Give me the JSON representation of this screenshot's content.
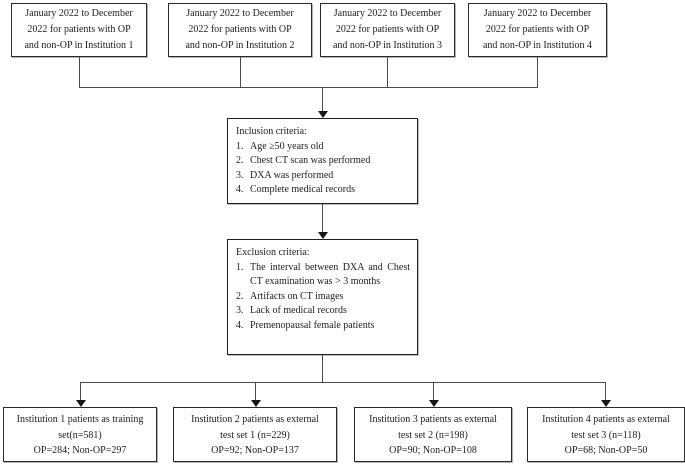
{
  "colors": {
    "background": "#ffffff",
    "text": "#1c1c1c",
    "border": "#2b2b2b",
    "line": "#4a4a4a"
  },
  "diagram": {
    "top_boxes": [
      {
        "lines": [
          "January 2022 to December",
          "2022 for patients with OP",
          "and non-OP in Institution 1"
        ]
      },
      {
        "lines": [
          "January 2022 to December",
          "2022 for patients with OP",
          "and non-OP in Institution 2"
        ]
      },
      {
        "lines": [
          "January 2022 to December",
          "2022 for patients with OP",
          "and non-OP in Institution 3"
        ]
      },
      {
        "lines": [
          "January 2022 to December",
          "2022 for patients with OP",
          "and non-OP in Institution 4"
        ]
      }
    ],
    "inclusion": {
      "title": "Inclusion criteria:",
      "items": [
        {
          "num": "1.",
          "text": "Age ≥50 years old"
        },
        {
          "num": "2.",
          "text": "Chest CT scan was performed"
        },
        {
          "num": "3.",
          "text": "DXA was performed"
        },
        {
          "num": "4.",
          "text": "Complete medical records"
        }
      ]
    },
    "exclusion": {
      "title": "Exclusion criteria:",
      "items": [
        {
          "num": "1.",
          "text": "The interval between DXA and Chest CT examination was > 3 months"
        },
        {
          "num": "2.",
          "text": "Artifacts on CT images"
        },
        {
          "num": "3.",
          "text": "Lack of medical records"
        },
        {
          "num": "4.",
          "text": "Premenopausal female patients"
        }
      ]
    },
    "outcome_boxes": [
      {
        "lines": [
          "Institution 1 patients as training",
          "set(n=581)",
          "OP=284; Non-OP=297"
        ]
      },
      {
        "lines": [
          "Institution 2 patients as external",
          "test set 1 (n=229)",
          "OP=92; Non-OP=137"
        ]
      },
      {
        "lines": [
          "Institution 3 patients as external",
          "test set 2 (n=198)",
          "OP=90; Non-OP=108"
        ]
      },
      {
        "lines": [
          "Institution 4 patients as external",
          "test set 3 (n=118)",
          "OP=68; Non-OP=50"
        ]
      }
    ]
  }
}
